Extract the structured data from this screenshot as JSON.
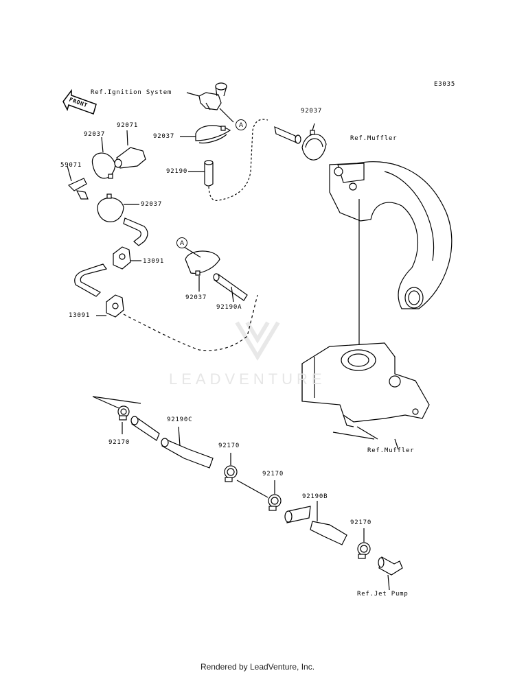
{
  "diagram_code": "E3035",
  "front_label": "FRONT",
  "watermark": "LEADVENTURE",
  "footer": "Rendered by LeadVenture, Inc.",
  "callouts": [
    "A",
    "A"
  ],
  "labels": {
    "ignition": "Ref.Ignition System",
    "muffler_top": "Ref.Muffler",
    "muffler_bottom": "Ref.Muffler",
    "jet_pump": "Ref.Jet Pump",
    "p92037_a": "92037",
    "p92071": "92071",
    "p59071": "59071",
    "p92037_b": "92037",
    "p92037_c": "92037",
    "p92190": "92190",
    "p92037_d": "92037",
    "p13091_a": "13091",
    "p13091_b": "13091",
    "p92037_e": "92037",
    "p92190a": "92190A",
    "p92170_a": "92170",
    "p92190c": "92190C",
    "p92170_b": "92170",
    "p92170_c": "92170",
    "p92190b": "92190B",
    "p92170_d": "92170"
  }
}
